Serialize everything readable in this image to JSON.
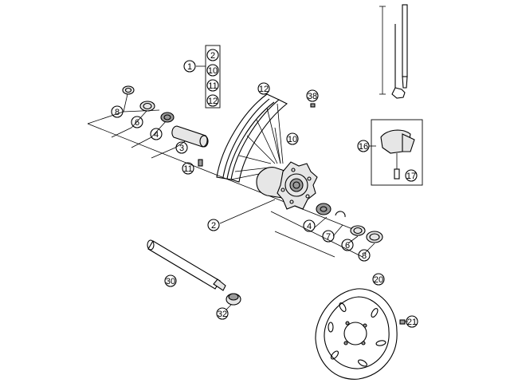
{
  "callouts": {
    "c1": "1",
    "c2a": "2",
    "c10a": "10",
    "c11a": "11",
    "c12a": "12",
    "c8a": "8",
    "c6a": "6",
    "c4a": "4",
    "c3": "3",
    "c11b": "11",
    "c12b": "12",
    "c38": "38",
    "c10b": "10",
    "c2b": "2",
    "c4b": "4",
    "c7": "7",
    "c6b": "6",
    "c8b": "8",
    "c16": "16",
    "c17": "17",
    "c30": "30",
    "c32": "32",
    "c20": "20",
    "c21": "21"
  }
}
